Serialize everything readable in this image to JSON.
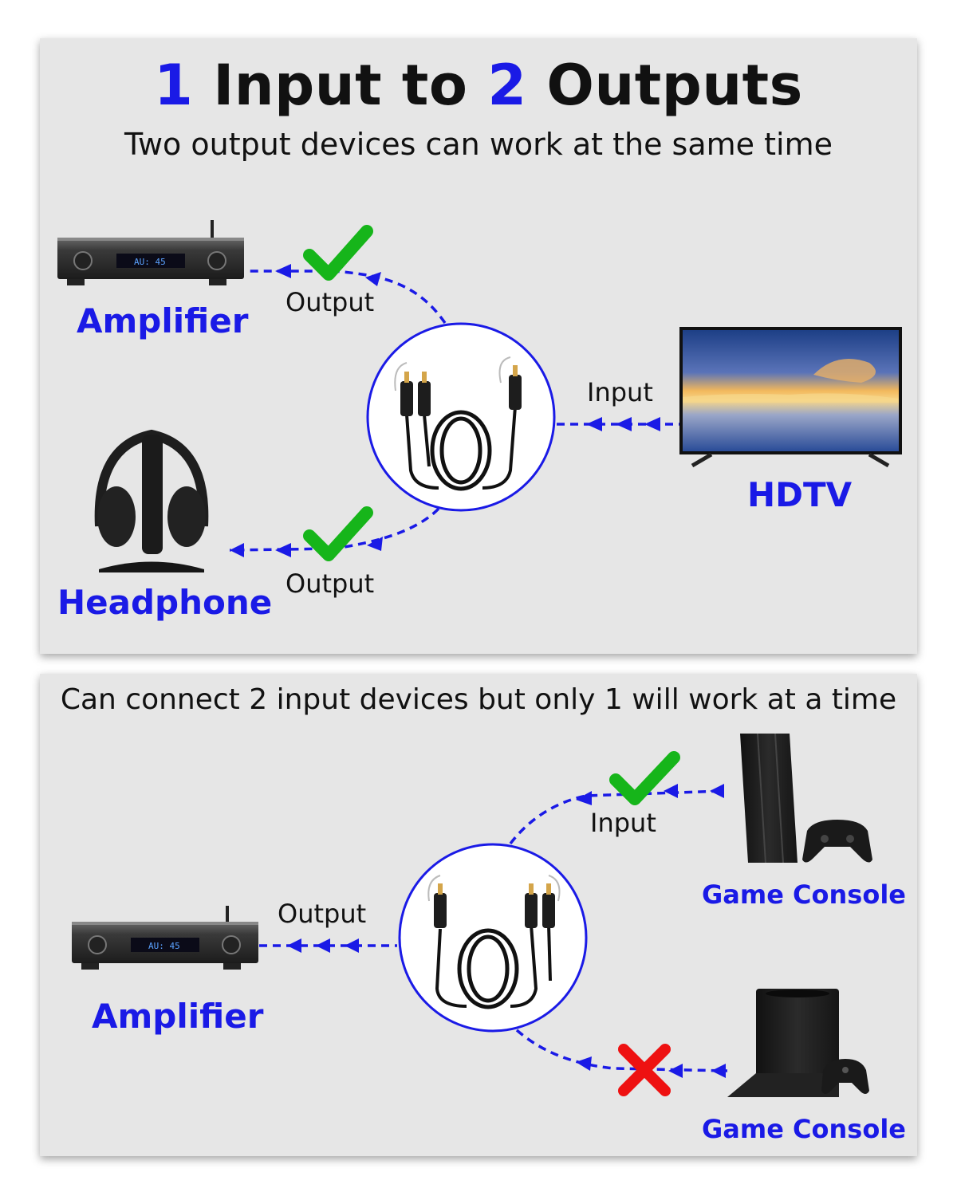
{
  "top_panel": {
    "title": {
      "num1": "1",
      "text1": " Input to ",
      "num2": "2",
      "text2": " Outputs"
    },
    "subtitle": "Two output devices can work at the same time",
    "amplifier_label": "Amplifier",
    "headphone_label": "Headphone",
    "hdtv_label": "HDTV",
    "output_label_1": "Output",
    "output_label_2": "Output",
    "input_label": "Input"
  },
  "bottom_panel": {
    "subtitle": "Can connect 2 input devices but only 1 will work at a time",
    "amplifier_label": "Amplifier",
    "console_label_1": "Game Console",
    "console_label_2": "Game Console",
    "output_label": "Output",
    "input_label": "Input"
  },
  "amp_display": "AU: 45",
  "colors": {
    "accent_blue": "#1a1ae6",
    "check_green": "#16b51a",
    "cross_red": "#ee1111",
    "panel_bg": "#e6e6e6"
  },
  "icons": [
    "check-icon",
    "cross-icon",
    "amplifier-icon",
    "headphone-icon",
    "tv-icon",
    "game-console-icon",
    "optical-splitter-cable-icon"
  ]
}
